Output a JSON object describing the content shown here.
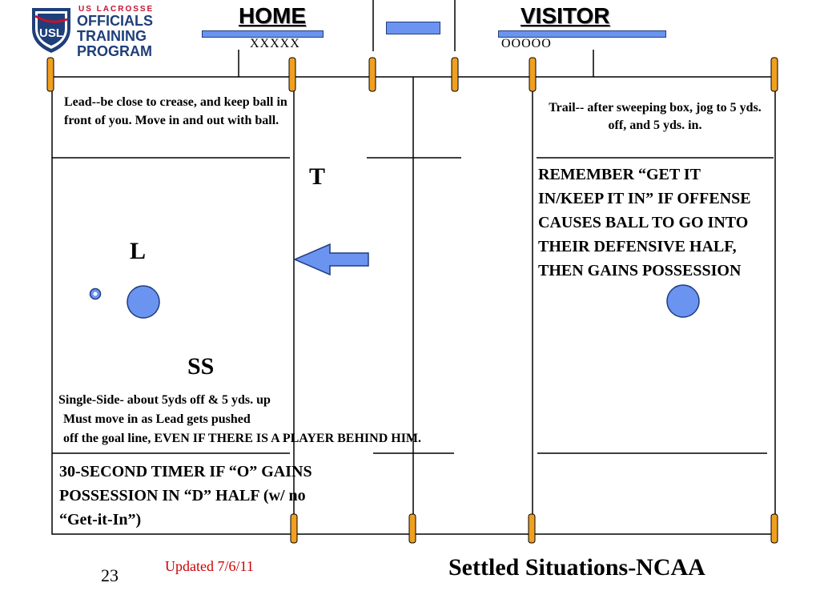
{
  "logo": {
    "line1": "US LACROSSE",
    "line2": "OFFICIALS",
    "line3": "TRAINING",
    "line4": "PROGRAM",
    "badge": "USL"
  },
  "scoreboard": {
    "home_label": "HOME",
    "home_score": "XXXXX",
    "visitor_label": "VISITOR",
    "visitor_score": "OOOOO"
  },
  "field": {
    "lead_note": "Lead--be close to crease, and keep ball in front of you.  Move in and out with ball.",
    "trail_note": "Trail-- after sweeping box, jog to 5 yds. off, and 5 yds. in.",
    "remember_note": "REMEMBER “GET IT IN/KEEP IT IN” IF OFFENSE CAUSES BALL TO GO INTO THEIR DEFENSIVE HALF, THEN GAINS POSSESSION",
    "single_side_line1": "Single-Side- about 5yds off & 5 yds. up",
    "single_side_line2": "Must move in as Lead gets pushed",
    "single_side_line3": "off the goal line, EVEN IF THERE IS A PLAYER BEHIND HIM.",
    "timer_note": "30-SECOND TIMER IF “O” GAINS POSSESSION IN “D” HALF  (w/ no “Get-it-In”)",
    "label_t": "T",
    "label_l": "L",
    "label_ss": "SS"
  },
  "footer": {
    "slide_number": "23",
    "updated": "Updated 7/6/11",
    "title": "Settled Situations-NCAA"
  },
  "colors": {
    "accent_blue": "#6b93f0",
    "logo_navy": "#1f3f7a",
    "logo_red": "#c8102e",
    "pole_orange": "#f0a020",
    "updated_red": "#cc0000"
  }
}
